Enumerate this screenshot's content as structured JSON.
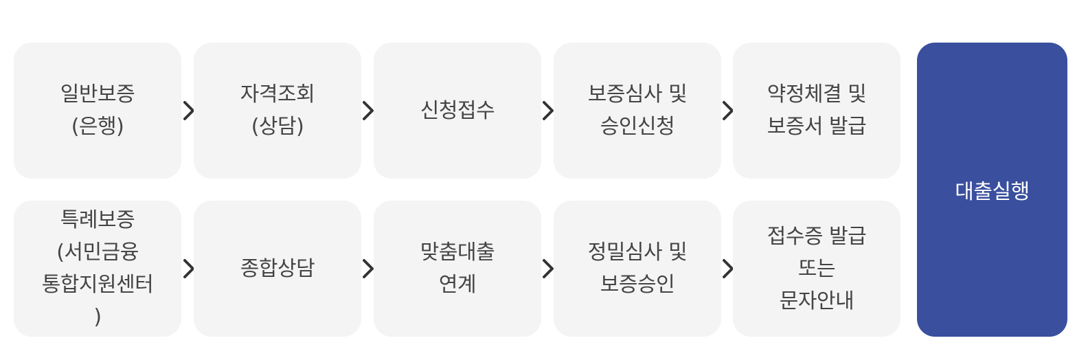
{
  "steps": {
    "row1": [
      {
        "label": "일반보증\n(은행)"
      },
      {
        "label": "자격조회\n(상담)"
      },
      {
        "label": "신청접수"
      },
      {
        "label": "보증심사 및\n승인신청"
      },
      {
        "label": "약정체결 및\n보증서 발급"
      }
    ],
    "row2": [
      {
        "label": "특례보증\n(서민금융\n통합지원센터\n)"
      },
      {
        "label": "종합상담"
      },
      {
        "label": "맞춤대출\n연계"
      },
      {
        "label": "정밀심사 및\n보증승인"
      },
      {
        "label": "접수증 발급\n또는\n문자안내"
      }
    ]
  },
  "final": {
    "label": "대출실행"
  },
  "colors": {
    "step_bg": "#f4f4f4",
    "final_bg": "#3a4f9d",
    "text": "#444444",
    "arrow": "#333333"
  },
  "icons": {
    "connector": "chevron-right-icon"
  }
}
